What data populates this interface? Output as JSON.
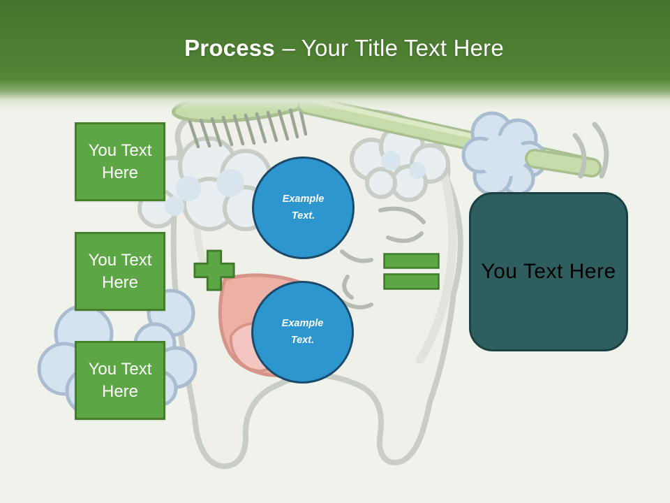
{
  "slide_title": {
    "emphasis": "Process",
    "rest": "– Your Title Text Here"
  },
  "process_steps": [
    {
      "label": "You Text Here"
    },
    {
      "label": "You Text Here"
    },
    {
      "label": "You Text Here"
    }
  ],
  "example_circles": [
    {
      "label": "Example Text."
    },
    {
      "label": "Example Text."
    }
  ],
  "result_box": {
    "label": "You Text Here"
  },
  "icons": {
    "plus": "plus-icon",
    "equals": "equals-icon"
  },
  "illustration": "cartoon-tooth-with-toothbrush",
  "colors": {
    "header_green": "#4f8133",
    "step_green": "#5ca645",
    "step_border_green": "#457f2c",
    "circle_blue": "#2e96ce",
    "circle_border_navy": "#1b4a6b",
    "result_teal": "#2e5e5e",
    "result_border": "#1a4242",
    "title_text": "#ffffff",
    "result_text": "#000000",
    "background": "#f0f3ec"
  }
}
